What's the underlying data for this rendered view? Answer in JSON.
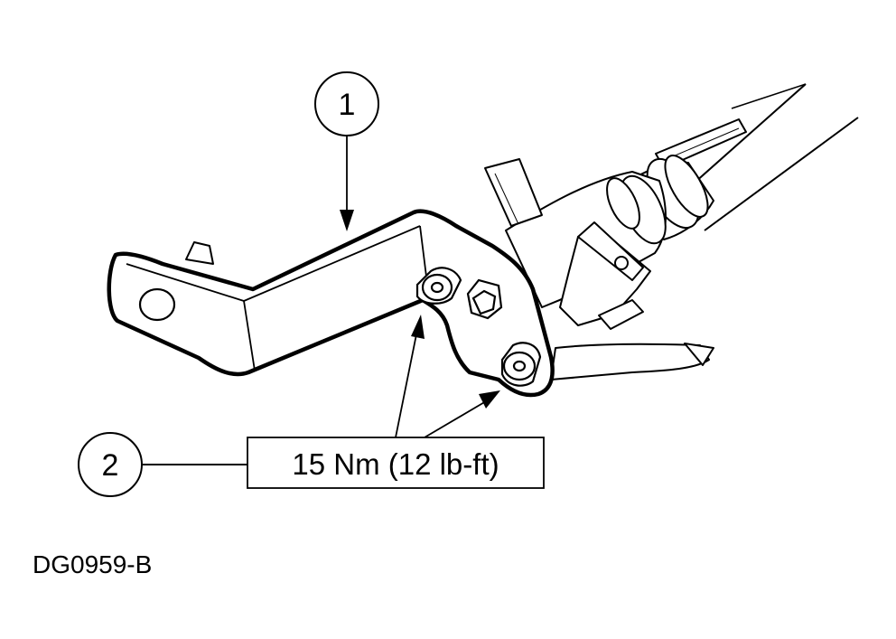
{
  "callouts": [
    {
      "number": "1"
    },
    {
      "number": "2"
    }
  ],
  "torque_spec": "15 Nm (12 lb-ft)",
  "figure_id": "DG0959-B",
  "colors": {
    "line": "#000000",
    "fill": "#ffffff",
    "shade": "#e8e8e8"
  }
}
